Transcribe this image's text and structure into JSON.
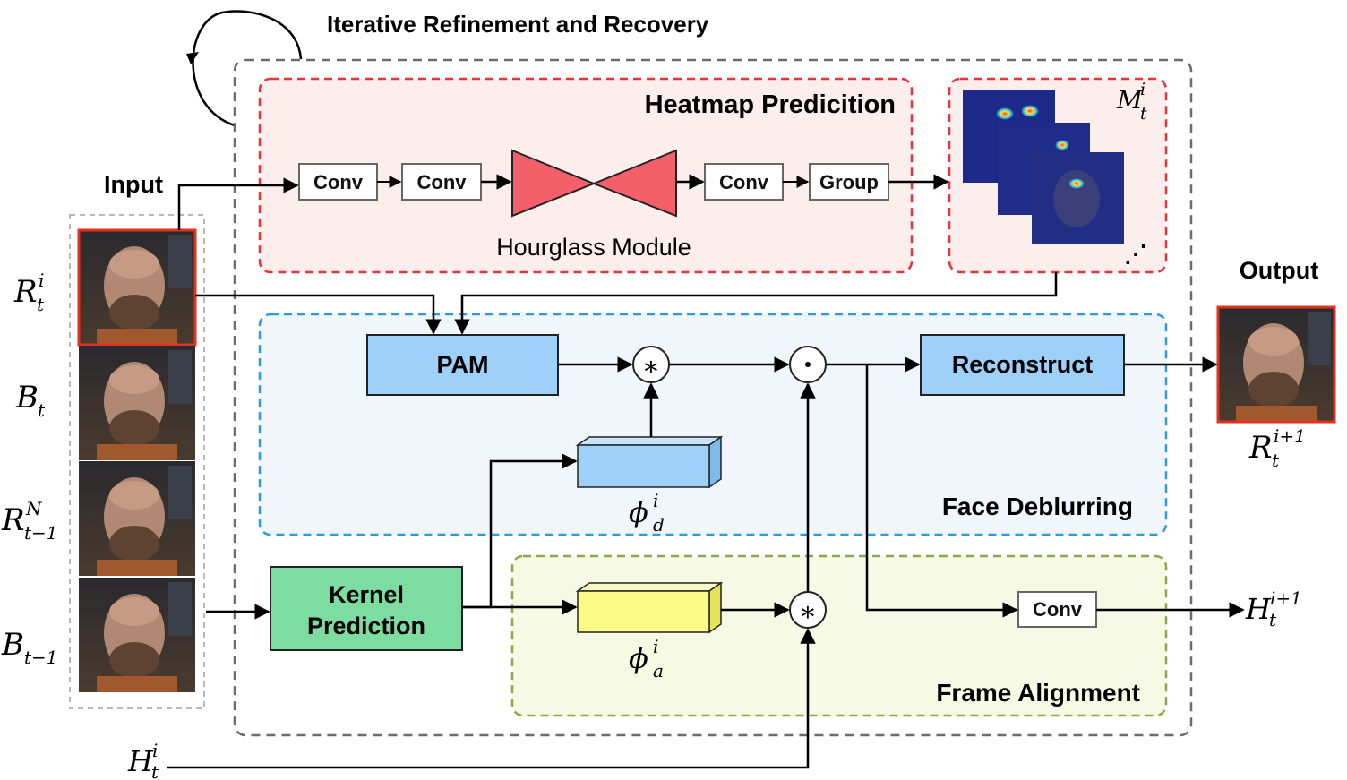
{
  "title": "Iterative Refinement and Recovery",
  "input_label": "Input",
  "output_label": "Output",
  "heatmap_section": {
    "title": "Heatmap Predicition",
    "blocks": [
      "Conv",
      "Conv",
      "Conv",
      "Group"
    ],
    "hourglass_label": "Hourglass Module",
    "heatmap_symbol": {
      "base": "M",
      "sub": "t",
      "sup": "i"
    },
    "ellipsis": "⋰"
  },
  "deblur_section": {
    "title": "Face Deblurring",
    "pam_label": "PAM",
    "reconstruct_label": "Reconstruct",
    "phi_d": {
      "base": "ϕ",
      "sub": "d",
      "sup": "i"
    },
    "conv_op": "∗",
    "dot_op": "⊙"
  },
  "align_section": {
    "title": "Frame Alignment",
    "phi_a": {
      "base": "ϕ",
      "sub": "a",
      "sup": "i"
    },
    "conv_label": "Conv",
    "conv_op": "∗"
  },
  "kernel_label_line1": "Kernel",
  "kernel_label_line2": "Prediction",
  "inputs": [
    {
      "base": "R",
      "sub": "t",
      "sup": "i"
    },
    {
      "base": "B",
      "sub": "t",
      "sup": ""
    },
    {
      "base": "R",
      "sub": "t−1",
      "sup": "N"
    },
    {
      "base": "B",
      "sub": "t−1",
      "sup": ""
    }
  ],
  "output_symbol": {
    "base": "R",
    "sub": "t",
    "sup": "i+1"
  },
  "hidden_in": {
    "base": "H",
    "sub": "t",
    "sup": "i"
  },
  "hidden_out": {
    "base": "H",
    "sub": "t",
    "sup": "i+1"
  },
  "colors": {
    "heatmap_border": "#e8323c",
    "heatmap_fill": "#fdeeee",
    "deblur_border": "#2b9be0",
    "deblur_fill": "#f1f6fd",
    "align_border": "#8aa84a",
    "align_fill": "#f6f9e4",
    "pam_fill": "#9fd0fa",
    "kernel_fill": "#7ddc9f",
    "hourglass_fill": "#f4606a",
    "phi_a_fill": "#f9fb86",
    "frame_highlight": "#e0321e"
  }
}
